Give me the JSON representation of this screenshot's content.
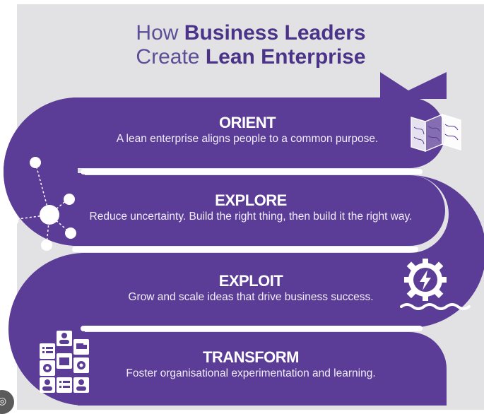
{
  "title": {
    "line1_light": "How ",
    "line1_bold": "Business Leaders",
    "line2_light": "Create ",
    "line2_bold": "Lean Enterprise"
  },
  "steps": [
    {
      "heading": "ORIENT",
      "description": "A lean enterprise aligns people to a common purpose.",
      "icon": "map-icon"
    },
    {
      "heading": "EXPLORE",
      "description": "Reduce uncertainty. Build the right thing, then build it the right way.",
      "icon": "network-icon"
    },
    {
      "heading": "EXPLOIT",
      "description": "Grow and scale ideas that drive business success.",
      "icon": "power-gear-icon"
    },
    {
      "heading": "TRANSFORM",
      "description": "Foster organisational experimentation and learning.",
      "icon": "org-grid-icon"
    }
  ],
  "colors": {
    "ribbon": "#5b3c96",
    "panel": "#e2e2e4",
    "title": "#4a3388",
    "text": "#ffffff"
  }
}
